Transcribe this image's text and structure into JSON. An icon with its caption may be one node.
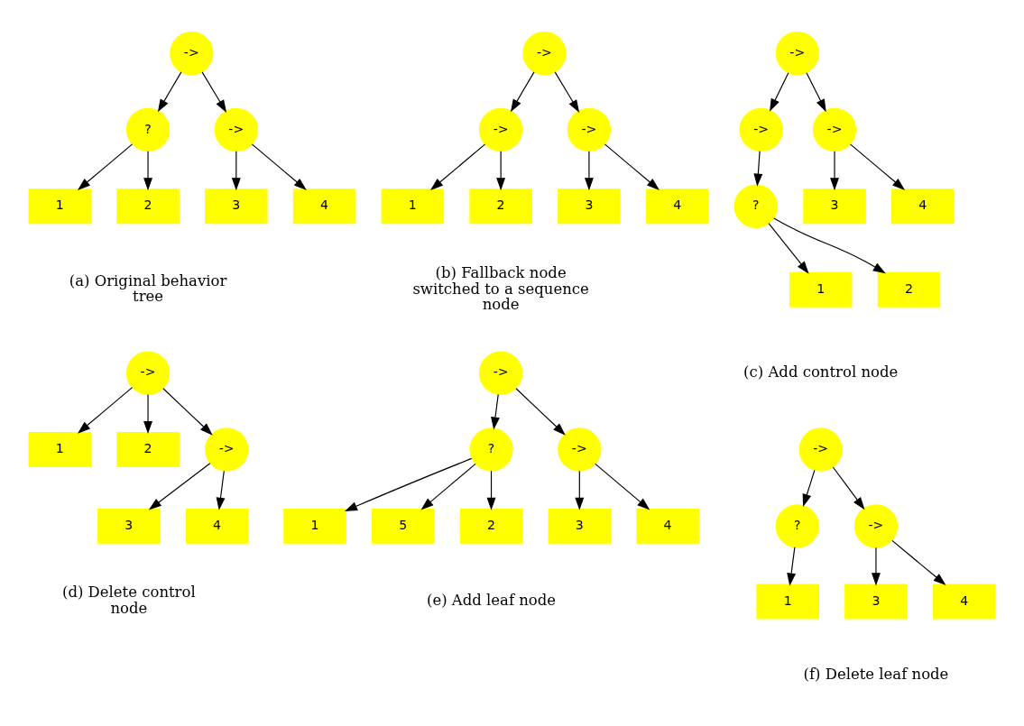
{
  "diagram": {
    "nodes": [
      {
        "text": [
          "->"
        ]
      },
      {
        "text": [
          "?"
        ]
      },
      {
        "text": [
          "->"
        ]
      },
      {
        "text": [
          "1"
        ]
      },
      {
        "text": [
          "2"
        ]
      },
      {
        "text": [
          "3"
        ]
      },
      {
        "text": [
          "4"
        ]
      },
      {
        "text": [
          "->"
        ]
      },
      {
        "text": [
          "->"
        ]
      },
      {
        "text": [
          "->"
        ]
      },
      {
        "text": [
          "1"
        ]
      },
      {
        "text": [
          "2"
        ]
      },
      {
        "text": [
          "3"
        ]
      },
      {
        "text": [
          "4"
        ]
      },
      {
        "text": [
          "->"
        ]
      },
      {
        "text": [
          "->"
        ]
      },
      {
        "text": [
          "->"
        ]
      },
      {
        "text": [
          "?"
        ]
      },
      {
        "text": [
          "3"
        ]
      },
      {
        "text": [
          "4"
        ]
      },
      {
        "text": [
          "1"
        ]
      },
      {
        "text": [
          "2"
        ]
      },
      {
        "text": [
          "->"
        ]
      },
      {
        "text": [
          "1"
        ]
      },
      {
        "text": [
          "2"
        ]
      },
      {
        "text": [
          "->"
        ]
      },
      {
        "text": [
          "3"
        ]
      },
      {
        "text": [
          "4"
        ]
      },
      {
        "text": [
          "->"
        ]
      },
      {
        "text": [
          "?"
        ]
      },
      {
        "text": [
          "->"
        ]
      },
      {
        "text": [
          "1"
        ]
      },
      {
        "text": [
          "5"
        ]
      },
      {
        "text": [
          "2"
        ]
      },
      {
        "text": [
          "3"
        ]
      },
      {
        "text": [
          "4"
        ]
      },
      {
        "text": [
          "->"
        ]
      },
      {
        "text": [
          "?"
        ]
      },
      {
        "text": [
          "->"
        ]
      },
      {
        "text": [
          "1"
        ]
      },
      {
        "text": [
          "3"
        ]
      },
      {
        "text": [
          "4"
        ]
      }
    ],
    "edges": [
      {
        "from": 0,
        "to": 1,
        "arrow": "to"
      },
      {
        "from": 0,
        "to": 2,
        "arrow": "to"
      },
      {
        "from": 1,
        "to": 3,
        "arrow": "to"
      },
      {
        "from": 1,
        "to": 4,
        "arrow": "to"
      },
      {
        "from": 2,
        "to": 5,
        "arrow": "to"
      },
      {
        "from": 2,
        "to": 6,
        "arrow": "to"
      },
      {
        "from": 7,
        "to": 8,
        "arrow": "to"
      },
      {
        "from": 7,
        "to": 9,
        "arrow": "to"
      },
      {
        "from": 8,
        "to": 10,
        "arrow": "to"
      },
      {
        "from": 8,
        "to": 11,
        "arrow": "to"
      },
      {
        "from": 9,
        "to": 12,
        "arrow": "to"
      },
      {
        "from": 9,
        "to": 13,
        "arrow": "to"
      },
      {
        "from": 14,
        "to": 15,
        "arrow": "to"
      },
      {
        "from": 14,
        "to": 16,
        "arrow": "to"
      },
      {
        "from": 15,
        "to": 17,
        "arrow": "to"
      },
      {
        "from": 16,
        "to": 18,
        "arrow": "to"
      },
      {
        "from": 16,
        "to": 19,
        "arrow": "to"
      },
      {
        "from": 17,
        "to": 20,
        "arrow": "to"
      },
      {
        "from": 17,
        "to": 21,
        "arrow": "to"
      },
      {
        "from": 22,
        "to": 23,
        "arrow": "to"
      },
      {
        "from": 22,
        "to": 24,
        "arrow": "to"
      },
      {
        "from": 22,
        "to": 25,
        "arrow": "to"
      },
      {
        "from": 25,
        "to": 26,
        "arrow": "to"
      },
      {
        "from": 25,
        "to": 27,
        "arrow": "to"
      },
      {
        "from": 28,
        "to": 29,
        "arrow": "to"
      },
      {
        "from": 28,
        "to": 30,
        "arrow": "to"
      },
      {
        "from": 29,
        "to": 31,
        "arrow": "to"
      },
      {
        "from": 29,
        "to": 32,
        "arrow": "to"
      },
      {
        "from": 29,
        "to": 33,
        "arrow": "to"
      },
      {
        "from": 30,
        "to": 34,
        "arrow": "to"
      },
      {
        "from": 30,
        "to": 35,
        "arrow": "to"
      },
      {
        "from": 36,
        "to": 37,
        "arrow": "to"
      },
      {
        "from": 36,
        "to": 38,
        "arrow": "to"
      },
      {
        "from": 37,
        "to": 39,
        "arrow": "to"
      },
      {
        "from": 38,
        "to": 40,
        "arrow": "to"
      },
      {
        "from": 38,
        "to": 41,
        "arrow": "to"
      }
    ],
    "labels": [
      "(a) Original behavior tree",
      "(b) Fallback node switched to a sequence node",
      "(c) Add control node",
      "(d) Delete control node",
      "(e) Add leaf node",
      "(f) Delete leaf node"
    ]
  }
}
